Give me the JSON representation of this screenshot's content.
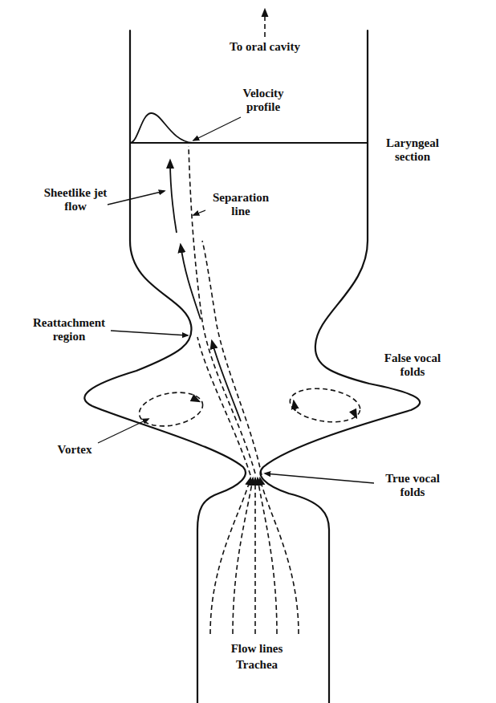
{
  "diagram": {
    "labels": [
      "To oral cavity",
      "Velocity profile",
      "Sheetlike jet flow",
      "Separation line",
      "Laryngeal section",
      "Reattachment region",
      "False vocal folds",
      "Vortex",
      "True vocal folds",
      "Flow lines",
      "Trachea"
    ]
  }
}
